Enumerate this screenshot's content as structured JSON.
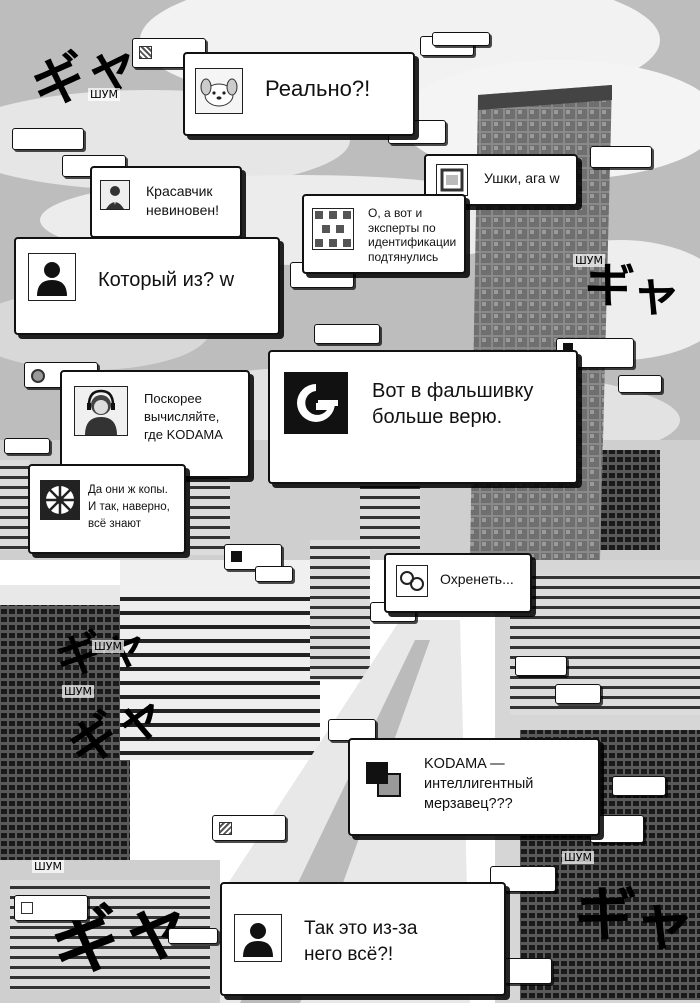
{
  "messages": [
    {
      "id": "m1",
      "text": "Реально?!",
      "avatar": "dog-icon"
    },
    {
      "id": "m2",
      "text": "Красавчик\nневиновен!",
      "avatar": "man-portrait-icon"
    },
    {
      "id": "m3",
      "text": "Ушки, ага w",
      "avatar": "frame-icon"
    },
    {
      "id": "m4",
      "text": "О, а вот и\nэксперты по\nидентификации\nподтянулись",
      "avatar": "pattern-icon"
    },
    {
      "id": "m5",
      "text": "Который из? w",
      "avatar": "user-silhouette-icon"
    },
    {
      "id": "m6",
      "text": "Поскорее\nвычисляйте,\nгде KODAMA",
      "avatar": "headset-man-icon"
    },
    {
      "id": "m7",
      "text": "Вот в фальшивку\nбольше верю.",
      "avatar": "g-logo-icon"
    },
    {
      "id": "m8",
      "text": "Да они ж копы.\nИ так, наверно,\nвсё знают",
      "avatar": "fan-icon"
    },
    {
      "id": "m9",
      "text": "Охренеть...",
      "avatar": "handcuffs-icon"
    },
    {
      "id": "m10",
      "text": "KODAMA —\nинтеллигентный\nмерзавец???",
      "avatar": "squares-icon"
    },
    {
      "id": "m11",
      "text": "Так это из-за\nнего всё?!",
      "avatar": "user-silhouette-icon"
    }
  ],
  "sound_effects": [
    "ШУМ",
    "ШУМ",
    "ШУМ",
    "ШУМ",
    "ШУМ",
    "ШУМ"
  ],
  "colors": {
    "ink": "#111111",
    "paper": "#ffffff"
  }
}
